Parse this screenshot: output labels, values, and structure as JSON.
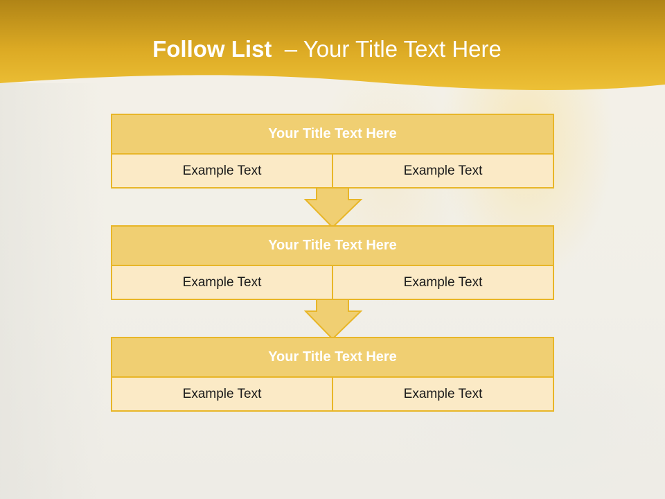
{
  "slide": {
    "title_bold": "Follow List",
    "title_rest": "– Your Title Text Here"
  },
  "blocks": [
    {
      "title": "Your Title Text Here",
      "left": "Example Text",
      "right": "Example Text"
    },
    {
      "title": "Your Title Text Here",
      "left": "Example Text",
      "right": "Example Text"
    },
    {
      "title": "Your Title Text Here",
      "left": "Example Text",
      "right": "Example Text"
    }
  ],
  "colors": {
    "header_gold": "#e3ac1a",
    "title_fill": "#f0cf72",
    "cell_fill": "#fbeac6",
    "border": "#e8b628"
  }
}
